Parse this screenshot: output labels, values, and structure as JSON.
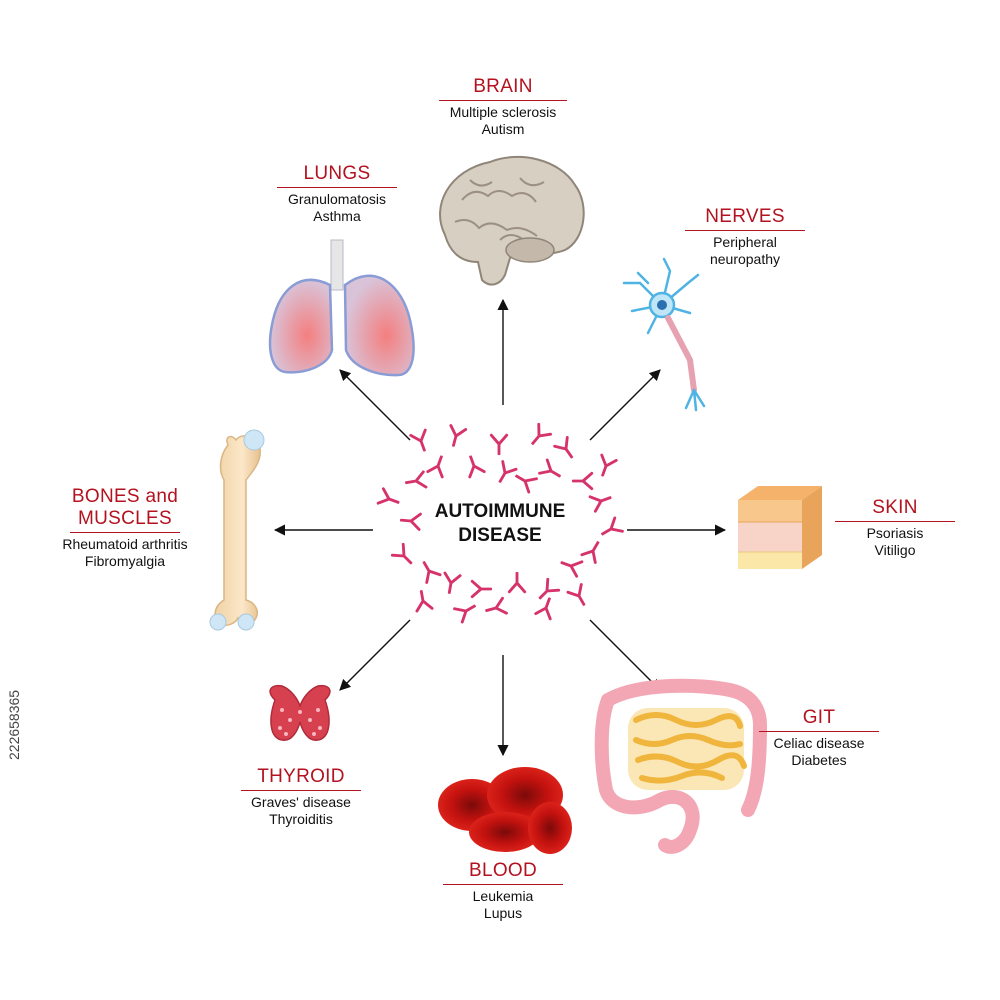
{
  "center": {
    "line1": "AUTOIMMUNE",
    "line2": "DISEASE"
  },
  "organs": {
    "brain": {
      "title": "BRAIN",
      "items": [
        "Multiple sclerosis",
        "Autism"
      ]
    },
    "lungs": {
      "title": "LUNGS",
      "items": [
        "Granulomatosis",
        "Asthma"
      ]
    },
    "nerves": {
      "title": "NERVES",
      "items": [
        "Peripheral",
        "neuropathy"
      ]
    },
    "bones": {
      "title_line1": "BONES and",
      "title_line2": "MUSCLES",
      "items": [
        "Rheumatoid arthritis",
        "Fibromyalgia"
      ]
    },
    "skin": {
      "title": "SKIN",
      "items": [
        "Psoriasis",
        "Vitiligo"
      ]
    },
    "thyroid": {
      "title": "THYROID",
      "items": [
        "Graves' disease",
        "Thyroiditis"
      ]
    },
    "blood": {
      "title": "BLOOD",
      "items": [
        "Leukemia",
        "Lupus"
      ]
    },
    "git": {
      "title": "GIT",
      "items": [
        "Celiac disease",
        "Diabetes"
      ]
    }
  },
  "stock_id": "222658365",
  "colors": {
    "title_red": "#b3121f",
    "antibody": "#d6336c",
    "arrow": "#111111"
  }
}
